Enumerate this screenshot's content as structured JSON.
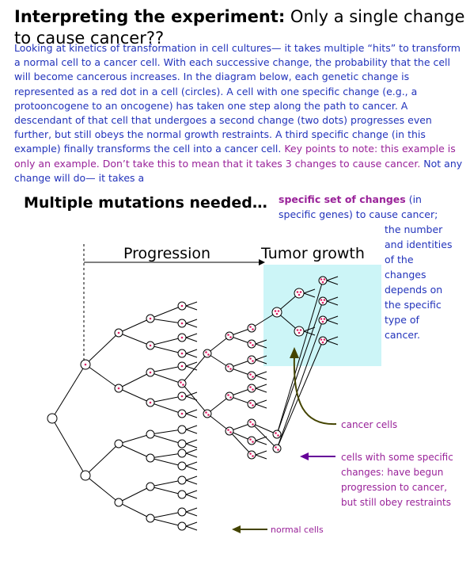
{
  "heading": {
    "bold": "Interpreting the experiment:",
    "rest": "Only a single change to cause cancer??"
  },
  "body": {
    "intro": "Looking at kinetics of transformation in cell cultures— it takes multiple “hits” to transform a normal cell to a cancer cell. With each successive change, the probability that the cell will become cancerous increases. In the diagram below, each genetic change is represented as a red dot in a cell (circles). A cell with one specific change (e.g., a protooncogene to an oncogene) has taken one step along the path to cancer. A descendant of that cell that undergoes a second change (two dots) progresses even further, but still obeys the normal growth restraints. A third specific change (in this example) finally transforms the cell into a cancer cell.",
    "key_points": "Key points to note: this example is only an example. Don’t take this to mean that it takes 3 changes to cause cancer.",
    "continuation_a": "Not any change will do— it takes a",
    "emphasis": "specific set of changes",
    "continuation_b": "(in specific genes) to cause cancer;",
    "continuation_c": "the number and identities of the changes depends on the specific type of cancer."
  },
  "subheading": {
    "bold": "Multiple",
    "rest": "mutations needed…"
  },
  "diagram": {
    "progression_label": "Progression",
    "tumor_label": "Tumor growth",
    "cancer_cells_label": "cancer cells",
    "changed_cells_label": "cells with some specific changes: have begun progression to cancer, but still obey restraints",
    "normal_cells_label": "normal cells",
    "colors": {
      "tumor_box": "#ccf5f7",
      "mutation_dot": "#dd2266",
      "blue_text": "#2233bb",
      "purple_text": "#992299",
      "olive_arrow": "#444400",
      "purple_arrow": "#660099"
    }
  }
}
